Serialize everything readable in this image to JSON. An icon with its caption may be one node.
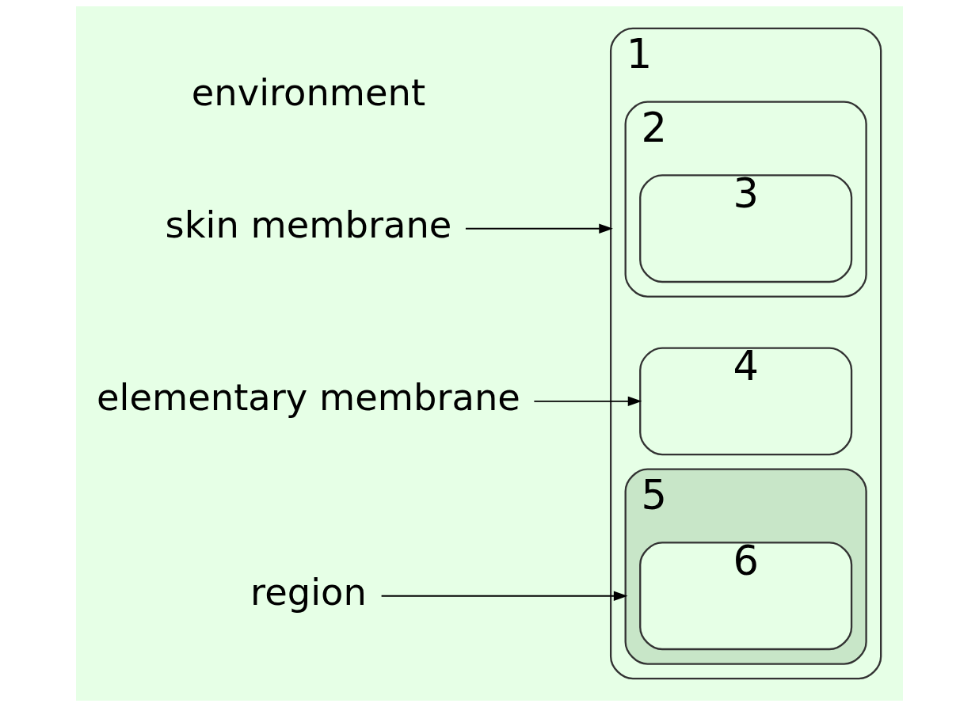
{
  "diagram": {
    "nodes": [
      {
        "text": [
          "1"
        ]
      },
      {
        "text": [
          "2"
        ],
        "in": 0
      },
      {
        "text": [
          "3"
        ],
        "in": 1
      },
      {
        "text": [
          "4"
        ],
        "in": 0
      },
      {
        "text": [
          "5"
        ],
        "in": 0
      },
      {
        "text": [
          "6"
        ],
        "in": 4
      },
      {
        "text": [
          "skin membrane"
        ]
      },
      {
        "text": [
          "elementary membrane"
        ]
      },
      {
        "text": [
          "region"
        ]
      }
    ],
    "edges": [
      {
        "from": 6,
        "to": 0,
        "arrow": "to"
      },
      {
        "from": 7,
        "to": 3,
        "arrow": "to"
      },
      {
        "from": 8,
        "to": 4,
        "arrow": "to"
      }
    ],
    "labels": [
      "environment"
    ]
  }
}
